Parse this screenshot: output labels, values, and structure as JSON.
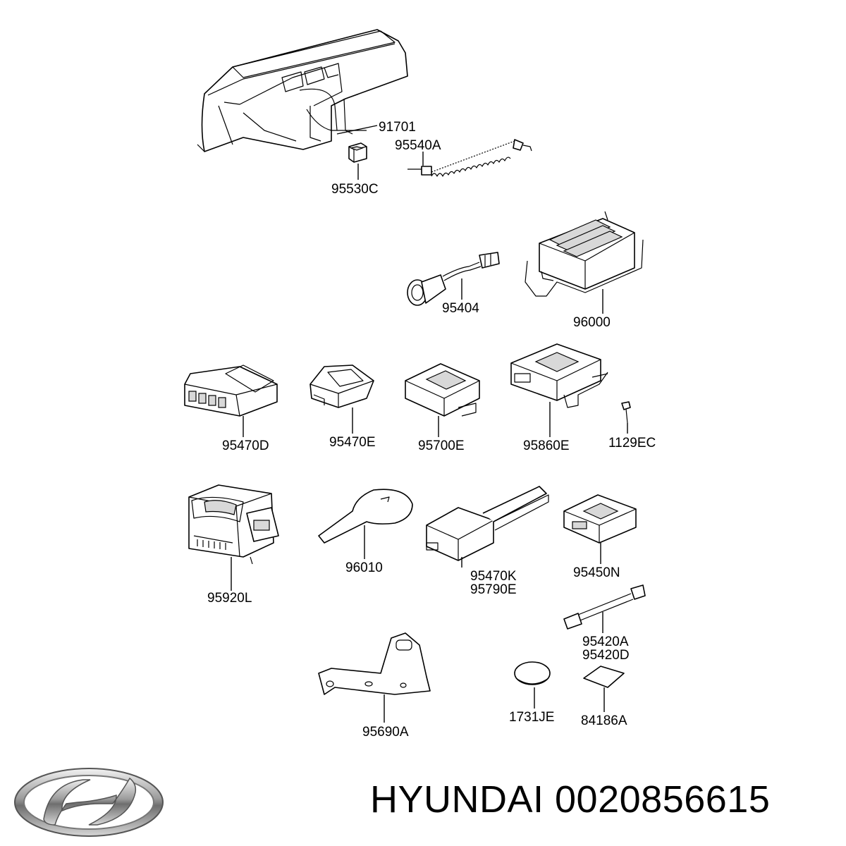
{
  "parts": [
    {
      "id": "p91701",
      "label": "91701"
    },
    {
      "id": "p95540A",
      "label": "95540A"
    },
    {
      "id": "p95530C",
      "label": "95530C"
    },
    {
      "id": "p95404",
      "label": "95404"
    },
    {
      "id": "p96000",
      "label": "96000"
    },
    {
      "id": "p95470D",
      "label": "95470D"
    },
    {
      "id": "p95470E",
      "label": "95470E"
    },
    {
      "id": "p95700E",
      "label": "95700E"
    },
    {
      "id": "p95860E",
      "label": "95860E"
    },
    {
      "id": "p1129EC",
      "label": "1129EC"
    },
    {
      "id": "p95920L",
      "label": "95920L"
    },
    {
      "id": "p96010",
      "label": "96010"
    },
    {
      "id": "p95470K",
      "label": "95470K"
    },
    {
      "id": "p95790E",
      "label": "95790E"
    },
    {
      "id": "p95450N",
      "label": "95450N"
    },
    {
      "id": "p95420A",
      "label": "95420A"
    },
    {
      "id": "p95420D",
      "label": "95420D"
    },
    {
      "id": "p95690A",
      "label": "95690A"
    },
    {
      "id": "p1731JE",
      "label": "1731JE"
    },
    {
      "id": "p84186A",
      "label": "84186A"
    }
  ],
  "footer": {
    "brand": "HYUNDAI",
    "part_number": "0020856615",
    "text": "HYUNDAI 0020856615",
    "logo_icon": "hyundai-logo-icon"
  }
}
